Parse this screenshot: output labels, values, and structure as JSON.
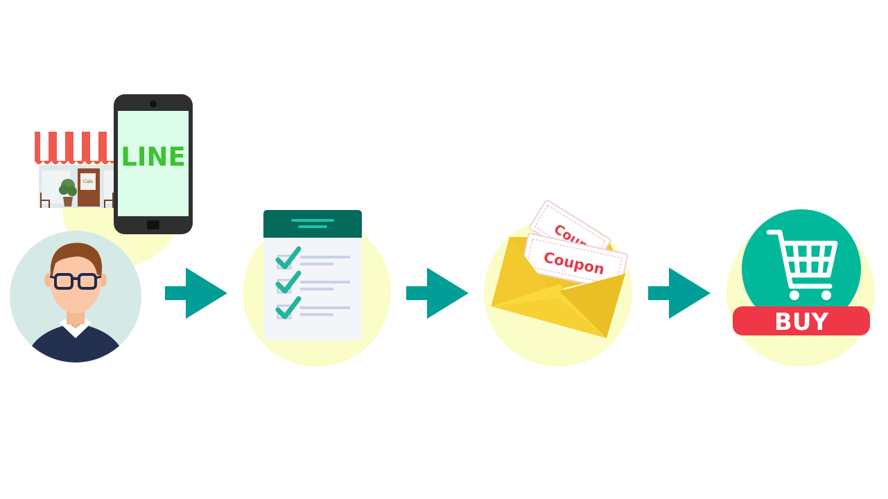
{
  "phone": {
    "brand_text": "LINE"
  },
  "shop": {
    "sign_text": "Cafe"
  },
  "coupon": {
    "front_text": "Coupon",
    "back_text": "Coupon"
  },
  "buy": {
    "label": "BUY"
  },
  "colors": {
    "teal": "#009e96",
    "mint": "#02b89a",
    "soft_yellow": "#fbfdc9",
    "line_green": "#3ec232",
    "coupon_red": "#e63a4a",
    "envelope_yellow": "#f4cc2c",
    "buy_red": "#ee3848",
    "navy": "#24304f"
  },
  "icons": {
    "step1": "customer-with-line-shop-icon",
    "step2": "survey-checklist-icon",
    "step3": "coupon-envelope-icon",
    "step4": "shopping-cart-buy-icon"
  }
}
